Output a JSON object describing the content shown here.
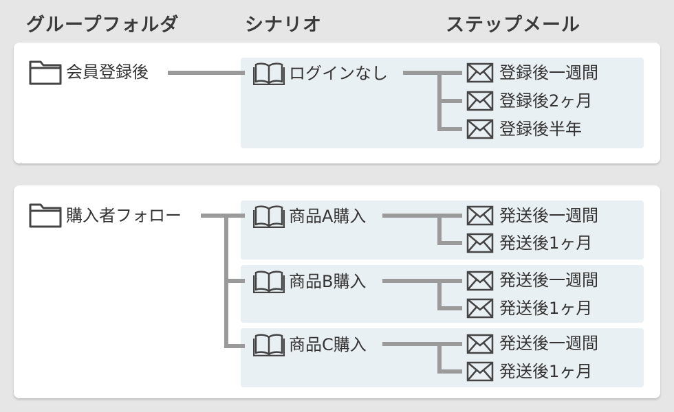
{
  "headers": {
    "group_folder": "グループフォルダ",
    "scenario": "シナリオ",
    "step_mail": "ステップメール"
  },
  "groups": [
    {
      "name": "会員登録後",
      "scenarios": [
        {
          "name": "ログインなし",
          "mails": [
            "登録後一週間",
            "登録後2ヶ月",
            "登録後半年"
          ]
        }
      ]
    },
    {
      "name": "購入者フォロー",
      "scenarios": [
        {
          "name": "商品A購入",
          "mails": [
            "発送後一週間",
            "発送後1ヶ月"
          ]
        },
        {
          "name": "商品B購入",
          "mails": [
            "発送後一週間",
            "発送後1ヶ月"
          ]
        },
        {
          "name": "商品C購入",
          "mails": [
            "発送後一週間",
            "発送後1ヶ月"
          ]
        }
      ]
    }
  ],
  "icons": {
    "folder": "folder-icon",
    "scenario": "book-icon",
    "mail": "envelope-icon"
  },
  "colors": {
    "background": "#e6e6e6",
    "card": "#ffffff",
    "panel": "#e9f0f4",
    "connector": "#9a9a9a",
    "text": "#333333"
  }
}
